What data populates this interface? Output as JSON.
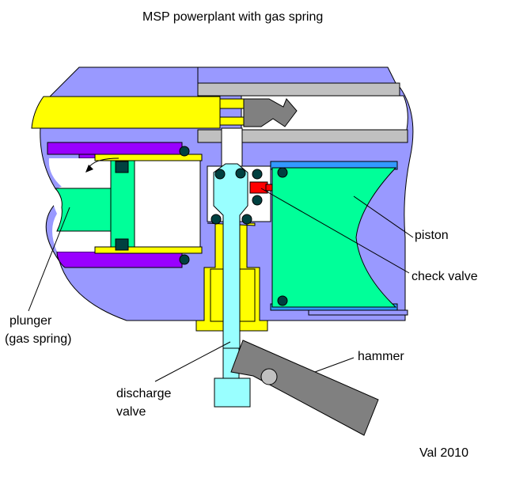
{
  "title": "MSP powerplant with gas spring",
  "credit": "Val 2010",
  "labels": {
    "piston": "piston",
    "check_valve": "check valve",
    "plunger": "plunger",
    "plunger_sub": "(gas spring)",
    "hammer": "hammer",
    "discharge": "discharge",
    "discharge_sub": "valve"
  },
  "colors": {
    "body": "#9999ff",
    "yellow": "#ffff00",
    "green": "#00ff99",
    "purple": "#9900ff",
    "cyan": "#99ffff",
    "grey": "#808080",
    "light_grey": "#c0c0c0",
    "blue": "#3399ff",
    "check_valve": "#ff0000",
    "seal": "#004040",
    "outline": "#000000"
  }
}
